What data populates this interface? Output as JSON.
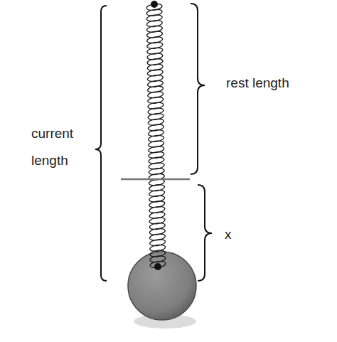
{
  "diagram": {
    "labels": [
      "current length",
      "rest length",
      "x"
    ]
  }
}
